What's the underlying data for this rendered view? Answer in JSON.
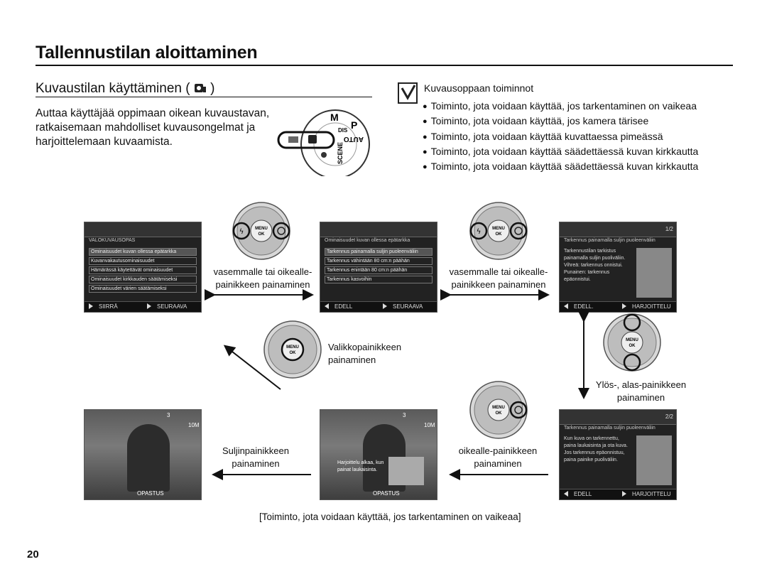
{
  "header": {
    "title": "Tallennustilan aloittaminen"
  },
  "section": {
    "title": "Kuvaustilan käyttäminen ( ",
    "title_end": " )",
    "intro_lines": [
      "Auttaa käyttäjää oppimaan oikean kuvaustavan,",
      "ratkaisemaan mahdolliset kuvausongelmat ja",
      "harjoittelemaan kuvaamista."
    ]
  },
  "mode_dial": {
    "labels": [
      "M",
      "P",
      "AUTO",
      "DIS",
      "SCENE"
    ]
  },
  "note": {
    "heading": "Kuvausoppaan toiminnot",
    "bullets": [
      "Toiminto, jota voidaan käyttää, jos tarkentaminen on vaikeaa",
      "Toiminto, jota voidaan käyttää, jos kamera tärisee",
      "Toiminto, jota voidaan käyttää kuvattaessa pimeässä",
      "Toiminto, jota voidaan käyttää säädettäessä kuvan kirkkautta",
      "Toiminto, jota voidaan käyttää säädettäessä kuvan kirkkautta"
    ]
  },
  "controller": {
    "menu_label": "MENU",
    "ok_label": "OK"
  },
  "screens": {
    "s1": {
      "heading": "VALOKUVAUSOPAS",
      "rows": [
        "Ominaisuudet kuvan ollessa epätarkka",
        "Kuvanvakautusominaisuudet",
        "Hämärässä käytettävät ominaisuudet",
        "Ominaisuudet kirkkauden säätämiseksi",
        "Ominaisuudet värien säätämiseksi"
      ],
      "left": "SIIRRÄ",
      "right": "SEURAAVA"
    },
    "s2": {
      "heading": "Ominaisuudet kuvan ollessa epätarkka",
      "rows": [
        "Tarkennus painamalla suljin puoleenväliin",
        "Tarkennus vähintään 80 cm:n päähän",
        "Tarkennus enintään 80 cm:n päähän",
        "Tarkennus kasvoihin"
      ],
      "left": "EDELL",
      "right": "SEURAAVA"
    },
    "s3": {
      "page": "1/2",
      "heading": "Tarkennus painamalla suljin puoleenväliin",
      "text_lines": [
        "Tarkennustilan tarkistus",
        "painamalla suljin puoliväliin.",
        "Vihreä: tarkennus onnistui.",
        "Punainen: tarkennus",
        "epäonnistui."
      ],
      "left": "EDELL.",
      "right": "HARJOITTELU"
    },
    "s4": {
      "page": "2/2",
      "heading": "Tarkennus painamalla suljin puoleenväliin",
      "text_lines": [
        "Kun kuva on tarkennettu,",
        "paina laukaisinta ja ota kuva.",
        "Jos tarkennus epäonnistuu,",
        "paina painike puoliväliin."
      ],
      "left": "EDELL",
      "right": "HARJOITTELU"
    },
    "live1": {
      "count": "3",
      "size": "10M",
      "guide": "OPASTUS"
    },
    "live2": {
      "count": "3",
      "size": "10M",
      "guide": "OPASTUS",
      "overlay_lines": [
        "Harjoittelu alkaa, kun",
        "painat laukaisinta."
      ]
    }
  },
  "captions": {
    "lr1": [
      "vasemmalle tai oikealle-",
      "painikkeen painaminen"
    ],
    "lr2": [
      "vasemmalle tai oikealle-",
      "painikkeen painaminen"
    ],
    "menu_press": [
      "Valikkopainikkeen",
      "painaminen"
    ],
    "updown": [
      "Ylös-, alas-painikkeen",
      "painaminen"
    ],
    "shutter": [
      "Suljinpainikkeen",
      "painaminen"
    ],
    "right_press": [
      "oikealle-painikkeen",
      "painaminen"
    ],
    "bottom": "[Toiminto, jota voidaan käyttää, jos tarkentaminen on vaikeaa]"
  },
  "page_number": "20"
}
